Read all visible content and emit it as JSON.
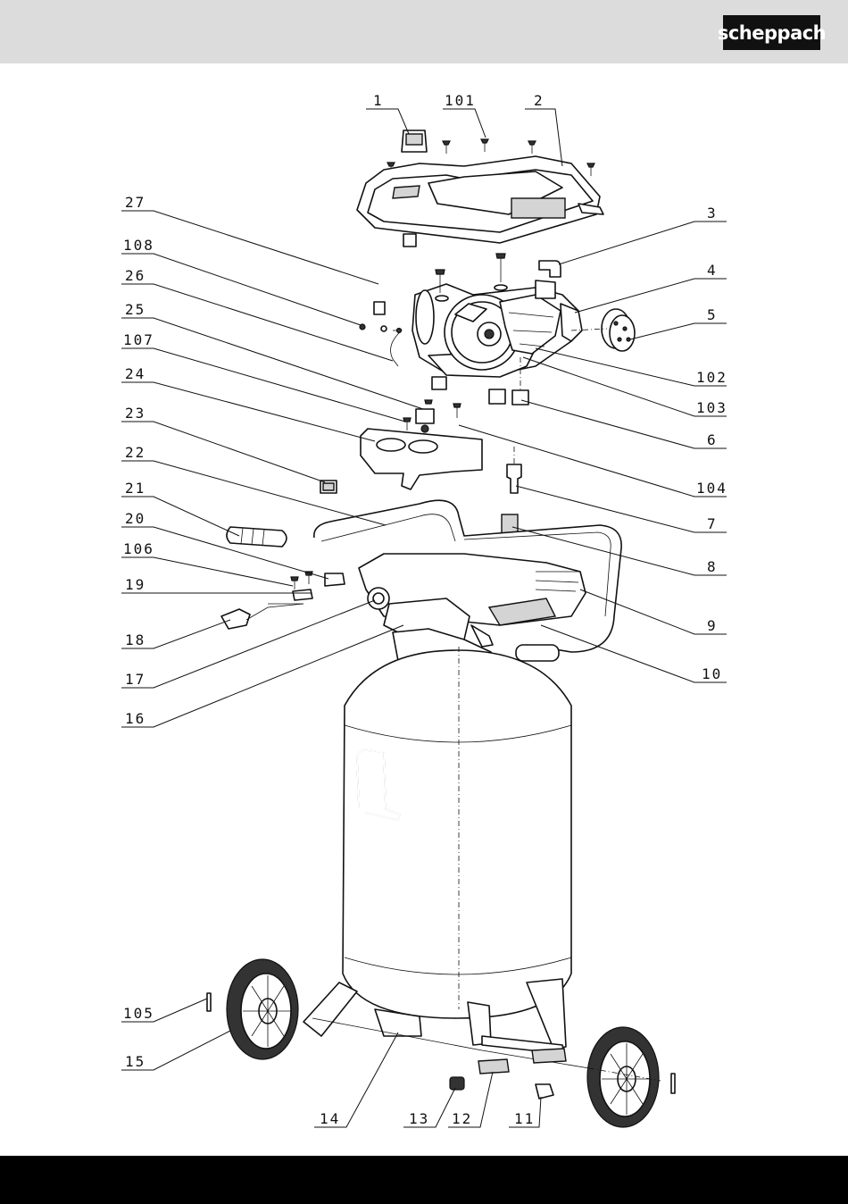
{
  "header": {
    "brand": "scheppach"
  },
  "callouts": [
    {
      "id": "1",
      "label": "1"
    },
    {
      "id": "101",
      "label": "101"
    },
    {
      "id": "2",
      "label": "2"
    },
    {
      "id": "27",
      "label": "27"
    },
    {
      "id": "108",
      "label": "108"
    },
    {
      "id": "26",
      "label": "26"
    },
    {
      "id": "25",
      "label": "25"
    },
    {
      "id": "107",
      "label": "107"
    },
    {
      "id": "24",
      "label": "24"
    },
    {
      "id": "23",
      "label": "23"
    },
    {
      "id": "22",
      "label": "22"
    },
    {
      "id": "21",
      "label": "21"
    },
    {
      "id": "20",
      "label": "20"
    },
    {
      "id": "106",
      "label": "106"
    },
    {
      "id": "19",
      "label": "19"
    },
    {
      "id": "18",
      "label": "18"
    },
    {
      "id": "17",
      "label": "17"
    },
    {
      "id": "16",
      "label": "16"
    },
    {
      "id": "3",
      "label": "3"
    },
    {
      "id": "4",
      "label": "4"
    },
    {
      "id": "5",
      "label": "5"
    },
    {
      "id": "102",
      "label": "102"
    },
    {
      "id": "103",
      "label": "103"
    },
    {
      "id": "6",
      "label": "6"
    },
    {
      "id": "104",
      "label": "104"
    },
    {
      "id": "7",
      "label": "7"
    },
    {
      "id": "8",
      "label": "8"
    },
    {
      "id": "9",
      "label": "9"
    },
    {
      "id": "10",
      "label": "10"
    },
    {
      "id": "105",
      "label": "105"
    },
    {
      "id": "15",
      "label": "15"
    },
    {
      "id": "14",
      "label": "14"
    },
    {
      "id": "13",
      "label": "13"
    },
    {
      "id": "12",
      "label": "12"
    },
    {
      "id": "11",
      "label": "11"
    }
  ]
}
